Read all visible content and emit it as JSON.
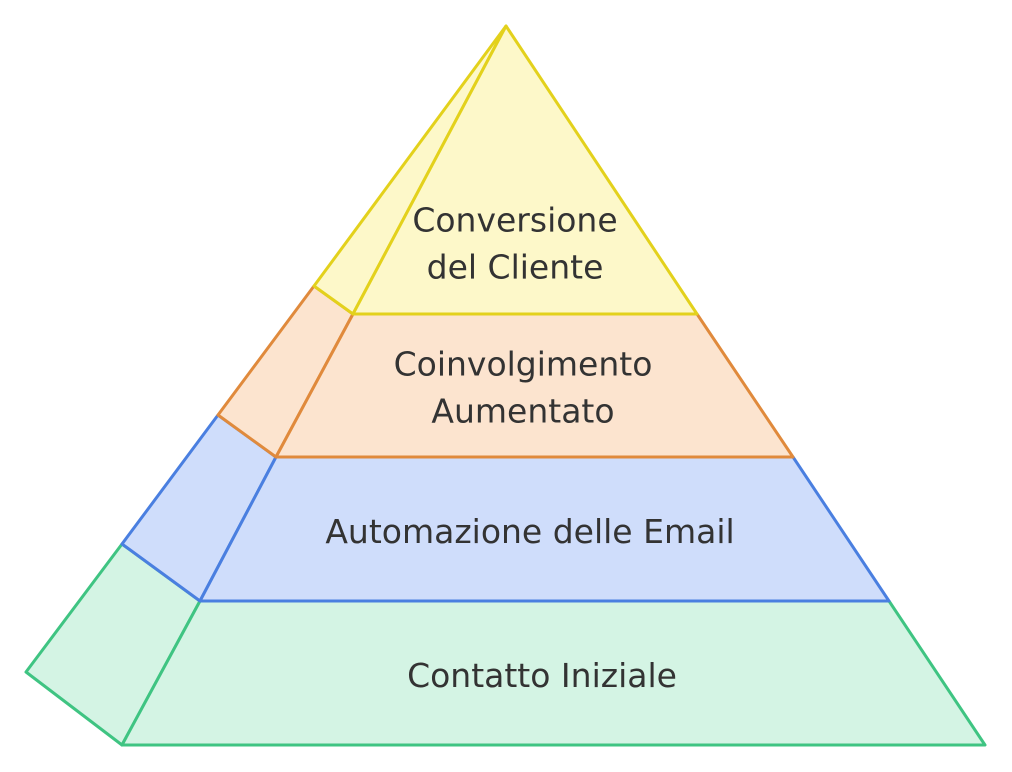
{
  "pyramid": {
    "levels": [
      {
        "label_lines": [
          "Conversione",
          "del Cliente"
        ],
        "fill": "#fdf8c9",
        "stroke": "#e3d11c"
      },
      {
        "label_lines": [
          "Coinvolgimento",
          "Aumentato"
        ],
        "fill": "#fce4cf",
        "stroke": "#e08a3c"
      },
      {
        "label_lines": [
          "Automazione delle Email"
        ],
        "fill": "#cfddfb",
        "stroke": "#4a7fe0"
      },
      {
        "label_lines": [
          "Contatto Iniziale"
        ],
        "fill": "#d4f4e4",
        "stroke": "#3fc482"
      }
    ]
  }
}
